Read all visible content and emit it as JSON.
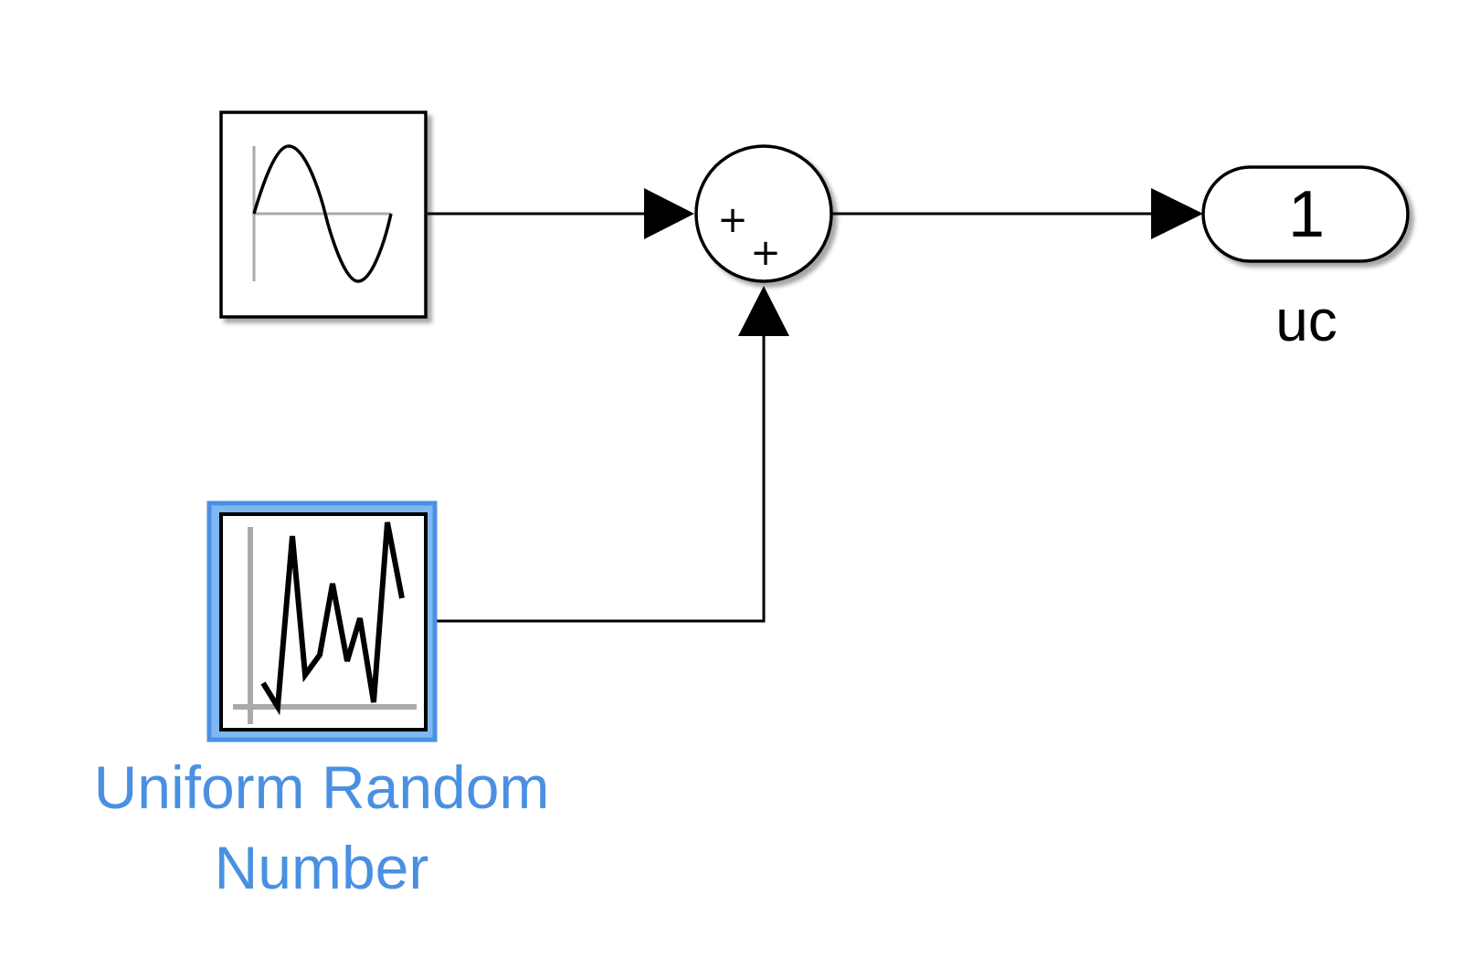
{
  "diagram": {
    "blocks": {
      "sine_wave": {
        "label": "",
        "selected": false
      },
      "uniform_random_number": {
        "label_line1": "Uniform Random",
        "label_line2": "Number",
        "selected": true
      },
      "sum": {
        "signs": [
          "+",
          "+"
        ]
      },
      "outport": {
        "number": "1",
        "name": "uc"
      }
    },
    "connections": [
      {
        "from": "sine_wave",
        "to": "sum"
      },
      {
        "from": "uniform_random_number",
        "to": "sum"
      },
      {
        "from": "sum",
        "to": "outport"
      }
    ],
    "colors": {
      "line": "#000000",
      "selection": "#4a90e2",
      "selection_fill": "#7fb8f0",
      "grid_axis": "#aaaaaa"
    }
  }
}
